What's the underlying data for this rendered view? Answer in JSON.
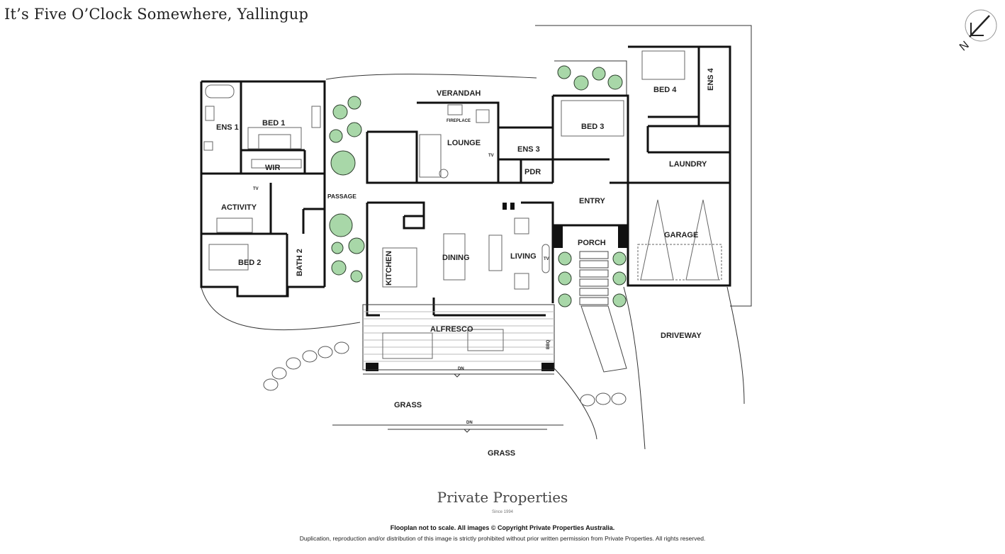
{
  "header": {
    "title": "It’s Five O’Clock Somewhere, Yallingup"
  },
  "compass": {
    "icon": "north-arrow-icon",
    "letter": "N"
  },
  "rooms": {
    "ens1": "ENS 1",
    "bed1": "BED 1",
    "wir": "WIR",
    "verandah": "VERANDAH",
    "fireplace": "FIREPLACE",
    "lounge": "LOUNGE",
    "ens3": "ENS 3",
    "pdr": "PDR",
    "bed3": "BED 3",
    "bed4": "BED 4",
    "ens4": "ENS 4",
    "laundry": "LAUNDRY",
    "activity": "ACTIVITY",
    "passage": "PASSAGE",
    "entry": "ENTRY",
    "garage": "GARAGE",
    "porch": "PORCH",
    "bed2": "BED 2",
    "bath2": "BATH 2",
    "kitchen": "KITCHEN",
    "dining": "DINING",
    "living": "LIVING",
    "alfresco": "ALFRESCO",
    "bbq": "BBQ",
    "driveway": "DRIVEWAY",
    "grass1": "GRASS",
    "grass2": "GRASS"
  },
  "marks": {
    "tv": "TV",
    "dn": "DN"
  },
  "footer": {
    "brand": "Private Properties",
    "since": "Since 1994",
    "disclaimer1": "Flooplan not to scale. All images © Copyright Private Properties Australia.",
    "disclaimer2": "Duplication, reproduction and/or distribution of this image is strictly prohibited without prior written permission from Private Properties. All rights reserved."
  }
}
